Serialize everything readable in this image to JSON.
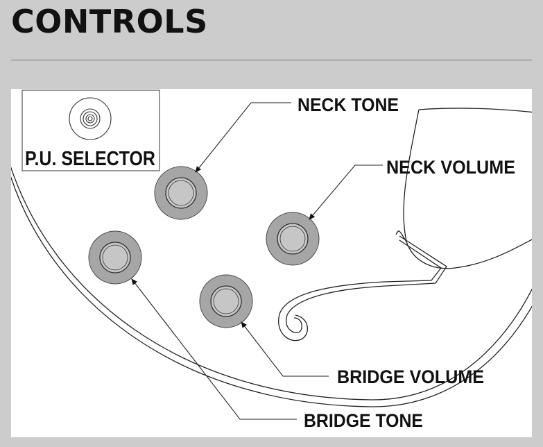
{
  "page": {
    "title": "CONTROLS"
  },
  "diagram": {
    "labels": {
      "pu_selector": "P.U. SELECTOR",
      "neck_tone": "NECK TONE",
      "neck_volume": "NECK VOLUME",
      "bridge_volume": "BRIDGE VOLUME",
      "bridge_tone": "BRIDGE TONE"
    },
    "colors": {
      "knob_fill": "#a6a6a6",
      "knob_center": "#c6c6c6",
      "line": "#222222"
    }
  }
}
